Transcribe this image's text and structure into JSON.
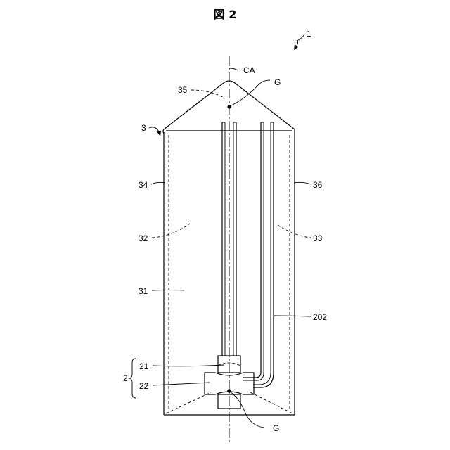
{
  "figure": {
    "title": "図 2"
  },
  "labels": {
    "device": "1",
    "axis": "CA",
    "center_top": "G",
    "center_bottom": "G",
    "body": "3",
    "apex_region": "35",
    "left_wall": "34",
    "right_wall": "36",
    "left_dashed": "32",
    "right_dashed": "33",
    "left_face": "31",
    "tube": "202",
    "group": "2",
    "upper_part": "21",
    "lower_part": "22"
  }
}
